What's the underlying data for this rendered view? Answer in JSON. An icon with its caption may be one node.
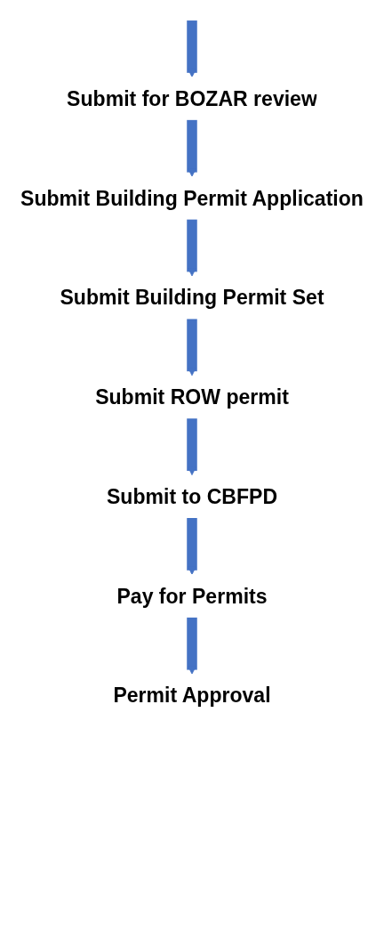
{
  "diagram": {
    "nodes": [
      {
        "text": [
          "Submit for BOZAR review"
        ]
      },
      {
        "text": [
          "Submit Building Permit Application"
        ]
      },
      {
        "text": [
          "Submit Building Permit Set"
        ]
      },
      {
        "text": [
          "Submit ROW permit"
        ]
      },
      {
        "text": [
          "Submit to CBFPD"
        ]
      },
      {
        "text": [
          "Pay for Permits"
        ]
      },
      {
        "text": [
          "Permit Approval"
        ]
      }
    ],
    "edges": [
      {
        "from": null,
        "to": 0,
        "arrow": "to"
      },
      {
        "from": 0,
        "to": 1,
        "arrow": "to"
      },
      {
        "from": 1,
        "to": 2,
        "arrow": "to"
      },
      {
        "from": 2,
        "to": 3,
        "arrow": "to"
      },
      {
        "from": 3,
        "to": 4,
        "arrow": "to"
      },
      {
        "from": 4,
        "to": 5,
        "arrow": "to"
      },
      {
        "from": 5,
        "to": 6,
        "arrow": "to"
      }
    ]
  }
}
